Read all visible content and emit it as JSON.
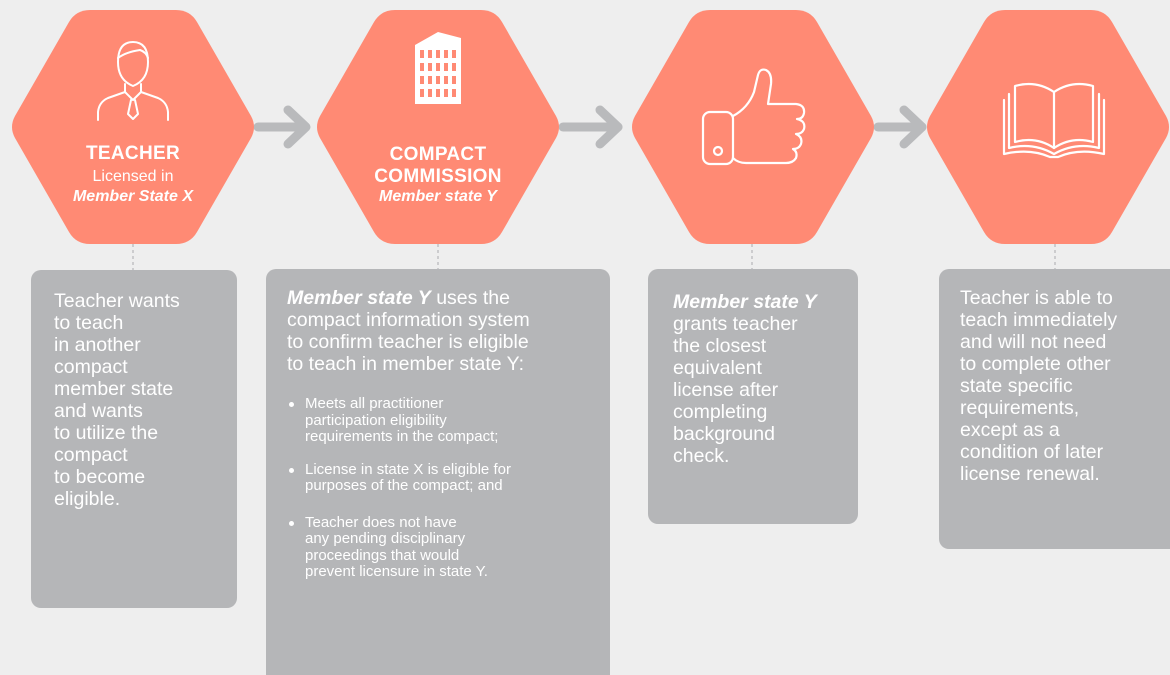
{
  "colors": {
    "hexagon": "#ff8a74",
    "arrow": "#b9babc",
    "card": "#b5b6b8",
    "background": "#eeeeee",
    "text": "#ffffff"
  },
  "steps": [
    {
      "icon": "teacher-icon",
      "title": "TEACHER",
      "subtitle": "Licensed in",
      "subtitle_italic": "Member State X",
      "card_text": "Teacher wants\nto teach\nin another\ncompact\nmember state\nand wants\nto utilize the\ncompact\nto become\neligible."
    },
    {
      "icon": "building-icon",
      "title": "COMPACT\nCOMMISSION",
      "subtitle_italic": "Member state Y",
      "card_lead_italic": "Member state Y",
      "card_text": " uses the\ncompact information system\nto confirm teacher is eligible\nto teach in member state Y:",
      "bullets": [
        "Meets all practitioner\nparticipation eligibility\nrequirements in the compact;",
        "License in state X is eligible for\npurposes of the compact; and",
        "Teacher does not have\nany pending disciplinary\nproceedings that would\nprevent licensure in state Y."
      ]
    },
    {
      "icon": "thumbs-up-icon",
      "card_lead_italic": "Member state Y",
      "card_text": "\ngrants teacher\nthe closest\nequivalent\nlicense after\ncompleting\nbackground\ncheck."
    },
    {
      "icon": "book-icon",
      "card_text": "Teacher is able to\nteach immediately\nand will not need\nto complete other\nstate specific\nrequirements,\nexcept as a\ncondition of later\nlicense renewal."
    }
  ]
}
